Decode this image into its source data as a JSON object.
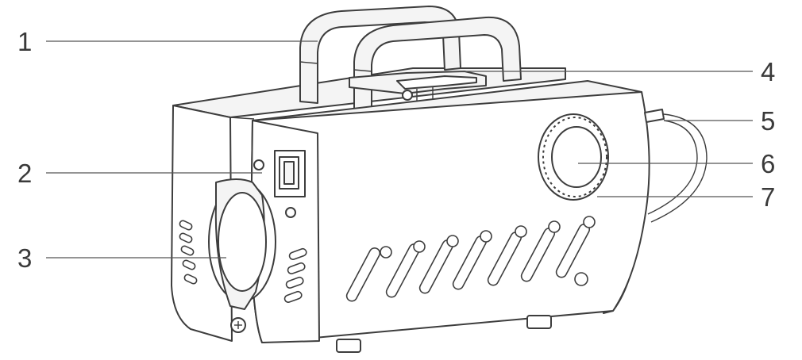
{
  "callouts": [
    {
      "number": "1",
      "part": "handle"
    },
    {
      "number": "2",
      "part": "power-switch"
    },
    {
      "number": "3",
      "part": "fan-outlet"
    },
    {
      "number": "4",
      "part": "handle-clip"
    },
    {
      "number": "5",
      "part": "cable-connector"
    },
    {
      "number": "6",
      "part": "control-knob"
    },
    {
      "number": "7",
      "part": "knob-ring"
    }
  ],
  "colors": {
    "line": "#3d3d3d",
    "leader": "#555555",
    "text": "#3a3a3a",
    "background": "#ffffff"
  }
}
